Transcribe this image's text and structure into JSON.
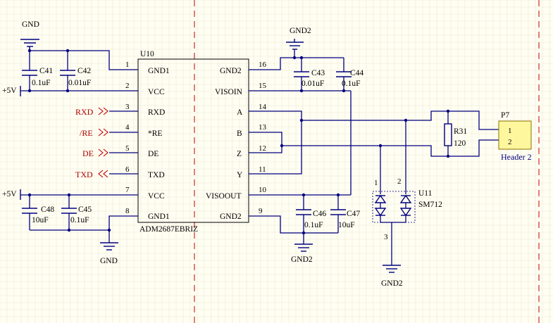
{
  "ic": {
    "designator": "U10",
    "part": "ADM2687EBRIZ",
    "left_pins": [
      {
        "num": "1",
        "name": "GND1"
      },
      {
        "num": "2",
        "name": "VCC"
      },
      {
        "num": "3",
        "name": "RXD"
      },
      {
        "num": "4",
        "name": "*RE"
      },
      {
        "num": "5",
        "name": "DE"
      },
      {
        "num": "6",
        "name": "TXD"
      },
      {
        "num": "7",
        "name": "VCC"
      },
      {
        "num": "8",
        "name": "GND1"
      }
    ],
    "right_pins": [
      {
        "num": "16",
        "name": "GND2"
      },
      {
        "num": "15",
        "name": "VISOIN"
      },
      {
        "num": "14",
        "name": "A"
      },
      {
        "num": "13",
        "name": "B"
      },
      {
        "num": "12",
        "name": "Z"
      },
      {
        "num": "11",
        "name": "Y"
      },
      {
        "num": "10",
        "name": "VISOOUT"
      },
      {
        "num": "9",
        "name": "GND2"
      }
    ]
  },
  "capacitors": [
    {
      "ref": "C41",
      "value": "0.1uF"
    },
    {
      "ref": "C42",
      "value": "0.01uF"
    },
    {
      "ref": "C43",
      "value": "0.01uF"
    },
    {
      "ref": "C44",
      "value": "0.1uF"
    },
    {
      "ref": "C48",
      "value": "10uF"
    },
    {
      "ref": "C45",
      "value": "0.1uF"
    },
    {
      "ref": "C46",
      "value": "0.1uF"
    },
    {
      "ref": "C47",
      "value": "10uF"
    }
  ],
  "power": {
    "gnd": "GND",
    "gnd2": "GND2",
    "vcc": "+5V"
  },
  "net_ports": [
    "RXD",
    "/RE",
    "DE",
    "TXD"
  ],
  "resistor": {
    "ref": "R31",
    "value": "120"
  },
  "header": {
    "ref": "P7",
    "name": "Header 2",
    "pins": [
      "1",
      "2"
    ]
  },
  "tvs": {
    "ref": "U11",
    "part": "SM712",
    "pins": [
      "1",
      "2",
      "3"
    ]
  }
}
